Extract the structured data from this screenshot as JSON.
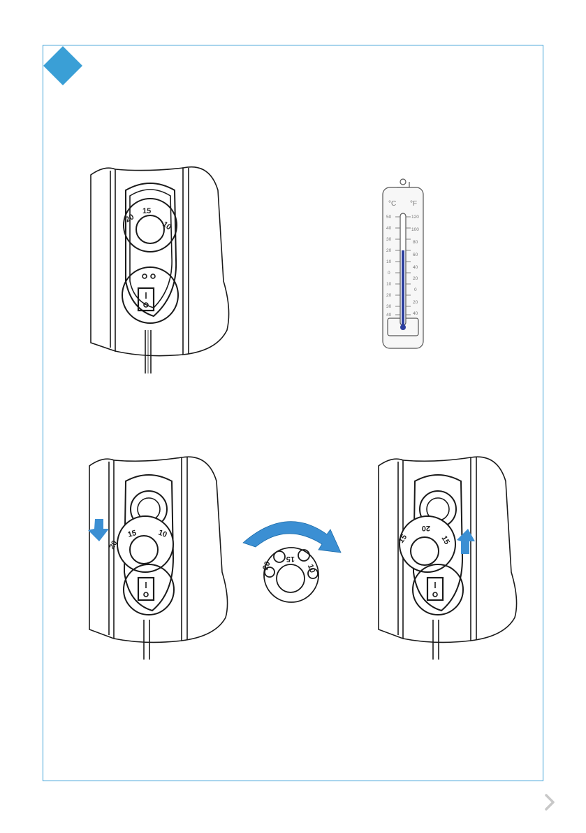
{
  "accent_color": "#3a9fd6",
  "arrow_color": "#3b8fd3",
  "thermometer": {
    "celsius_unit": "°C",
    "fahrenheit_unit": "°F",
    "celsius_scale": [
      "50",
      "40",
      "30",
      "20",
      "10",
      "0",
      "10",
      "20",
      "30",
      "40"
    ],
    "fahrenheit_scale": [
      "120",
      "100",
      "80",
      "60",
      "40",
      "20",
      "0",
      "20",
      "40"
    ]
  },
  "heater": {
    "dial_numbers": [
      "15",
      "20",
      "10"
    ],
    "switch_on": "I",
    "switch_off": "O"
  },
  "icons": {
    "step_marker": "diamond-icon",
    "next_page": "chevron-right-icon",
    "turn_down": "arrow-down-icon",
    "rotate": "curved-arrow-icon",
    "turn_up": "arrow-up-icon"
  }
}
